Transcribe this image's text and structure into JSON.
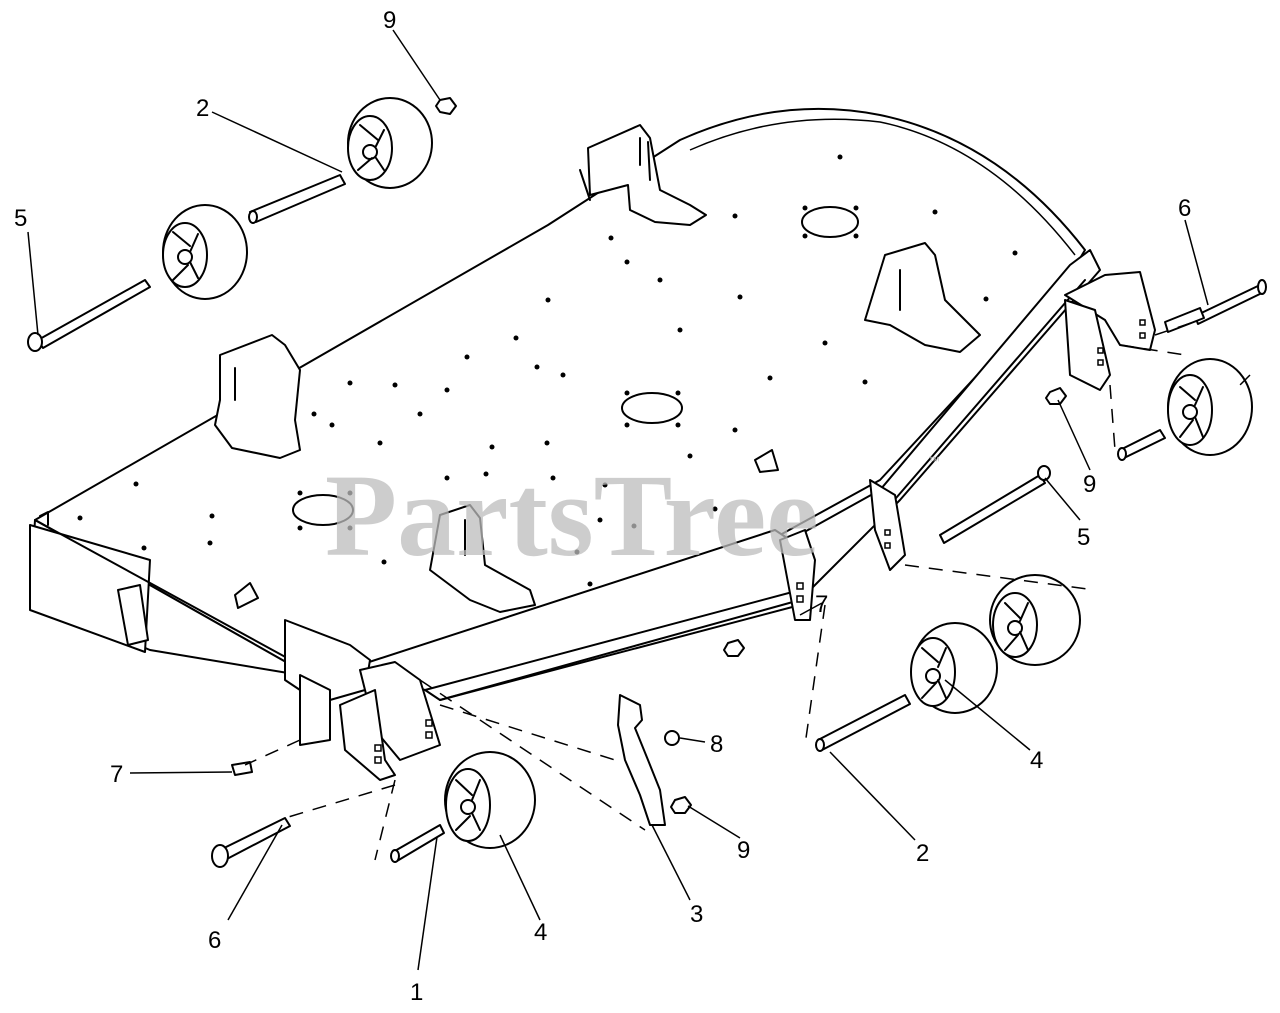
{
  "diagram": {
    "watermark": "PartsTree",
    "watermark_mark": "™",
    "callouts": [
      {
        "id": "c-9-top",
        "label": "9"
      },
      {
        "id": "c-2-topleft",
        "label": "2"
      },
      {
        "id": "c-5-left",
        "label": "5"
      },
      {
        "id": "c-6-right",
        "label": "6"
      },
      {
        "id": "c-9-right",
        "label": "9"
      },
      {
        "id": "c-5-right",
        "label": "5"
      },
      {
        "id": "c-7-left",
        "label": "7"
      },
      {
        "id": "c-8",
        "label": "8"
      },
      {
        "id": "c-9-bottom",
        "label": "9"
      },
      {
        "id": "c-4-right",
        "label": "4"
      },
      {
        "id": "c-2-bottom",
        "label": "2"
      },
      {
        "id": "c-6-left",
        "label": "6"
      },
      {
        "id": "c-4-bottom",
        "label": "4"
      },
      {
        "id": "c-3",
        "label": "3"
      },
      {
        "id": "c-1",
        "label": "1"
      },
      {
        "id": "c-7-deck",
        "label": "7"
      }
    ]
  }
}
